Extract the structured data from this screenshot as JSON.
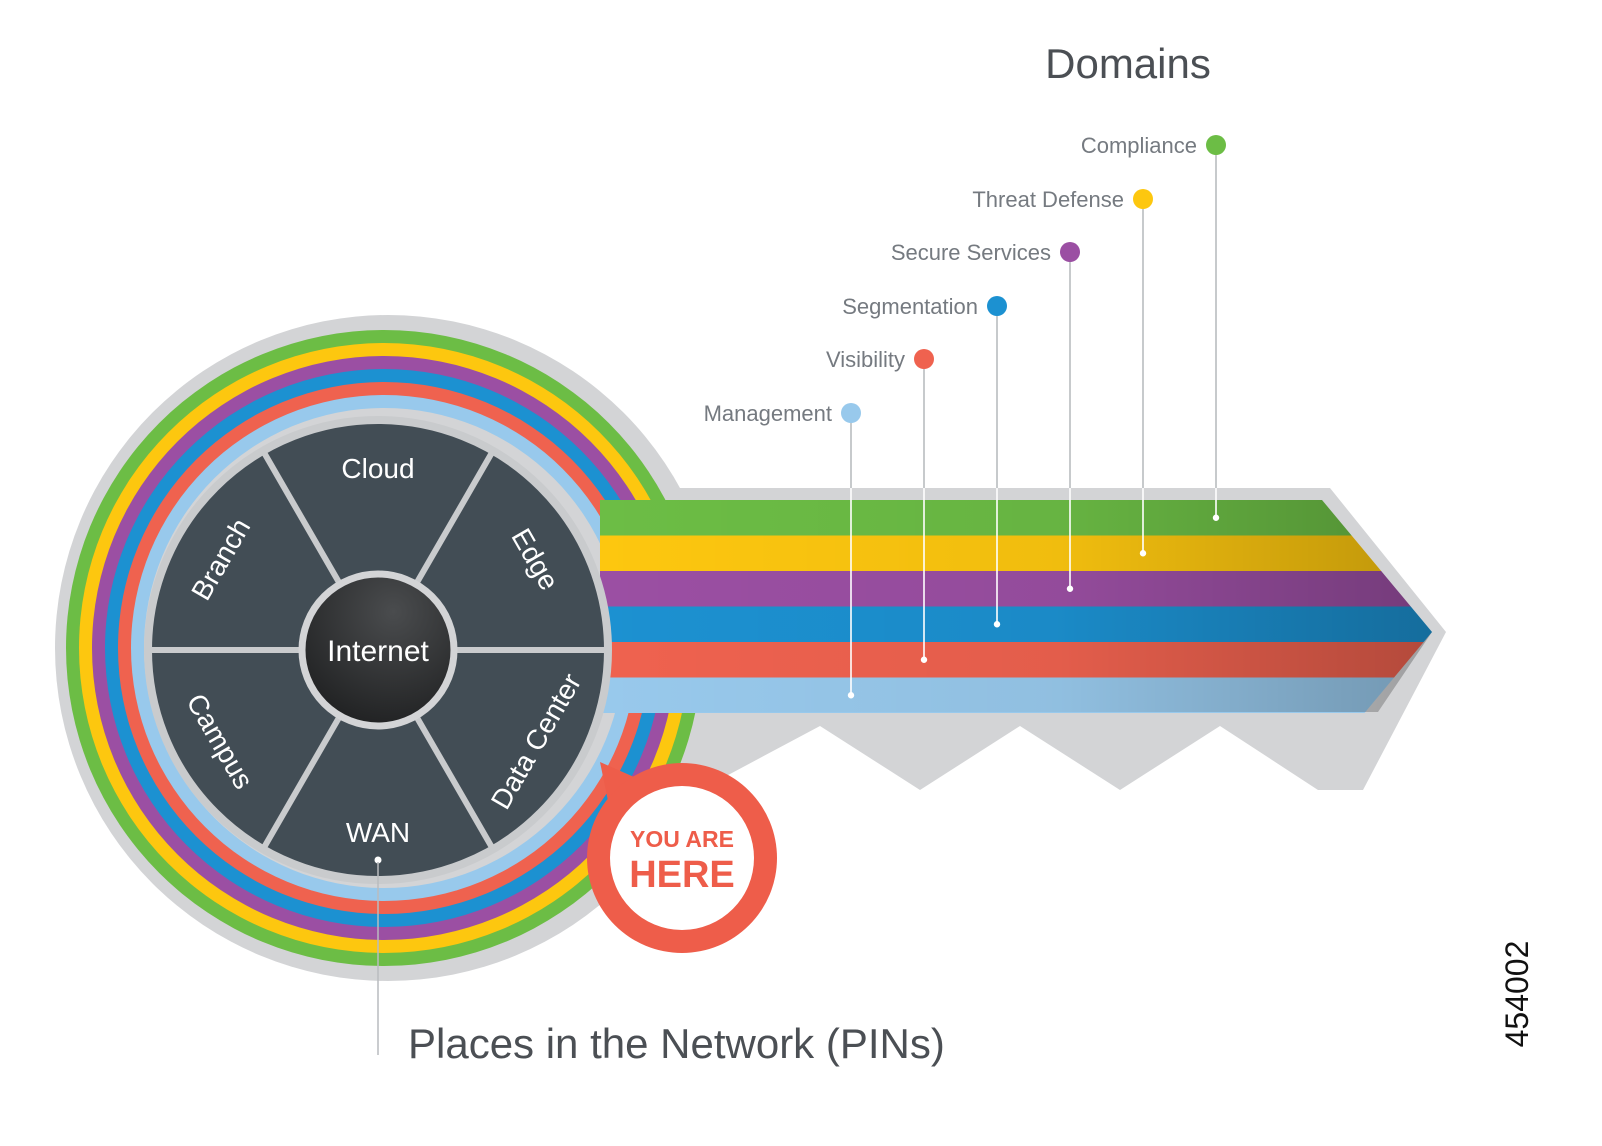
{
  "title": "Domains",
  "footer_label": "Places in the Network (PINs)",
  "figure_number": "454002",
  "center_label": "Internet",
  "pins": [
    "Cloud",
    "Edge",
    "Data Center",
    "WAN",
    "Campus",
    "Branch"
  ],
  "you_are_here": {
    "line1": "YOU ARE",
    "line2": "HERE"
  },
  "domains": [
    {
      "name": "Compliance",
      "color": "#6cbd45"
    },
    {
      "name": "Threat Defense",
      "color": "#fdc70f"
    },
    {
      "name": "Secure Services",
      "color": "#9b4fa3"
    },
    {
      "name": "Segmentation",
      "color": "#1c91d1"
    },
    {
      "name": "Visibility",
      "color": "#ef624f"
    },
    {
      "name": "Management",
      "color": "#98c9ec"
    }
  ],
  "colors": {
    "key_gray": "#d3d4d6",
    "wheel_dark": "#424d55",
    "hub_dark": "#303132",
    "label_gray": "#757a80",
    "title_gray": "#4b4f54",
    "badge_red": "#ee5d4a"
  }
}
